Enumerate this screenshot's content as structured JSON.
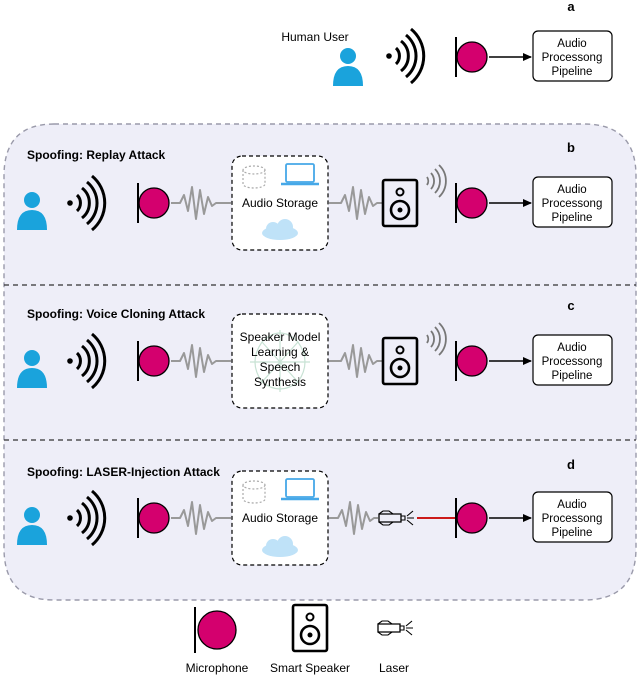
{
  "human_user_label": "Human User",
  "pipeline_label": [
    "Audio",
    "Processong",
    "Pipeline"
  ],
  "colors": {
    "microphone": "#d4006e",
    "panel_fill": "#eeeef8",
    "panel_stroke": "#9a9aaa",
    "user": "#1aa3dc",
    "wave": "#999999",
    "laser_beam": "#cc1a1a",
    "cloud": "#bfe2f8",
    "laptop": "#46a8e8"
  },
  "scenarios": [
    {
      "letter": "a",
      "title": ""
    },
    {
      "letter": "b",
      "title": "Spoofing: Replay Attack",
      "box_label": [
        "Audio Storage"
      ]
    },
    {
      "letter": "c",
      "title": "Spoofing: Voice Cloning Attack",
      "box_label": [
        "Speaker Model",
        "Learning &",
        "Speech",
        "Synthesis"
      ]
    },
    {
      "letter": "d",
      "title": "Spoofing: LASER-Injection Attack",
      "box_label": [
        "Audio Storage"
      ]
    }
  ],
  "legend": {
    "microphone": "Microphone",
    "speaker": "Smart Speaker",
    "laser": "Laser"
  }
}
